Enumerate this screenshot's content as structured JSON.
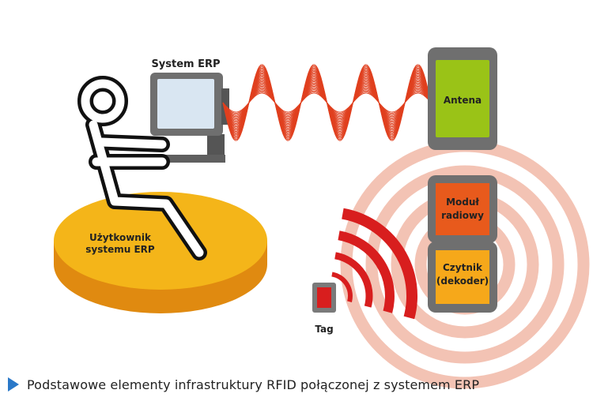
{
  "labels": {
    "system_erp": "System ERP",
    "user_line1": "Użytkownik",
    "user_line2": "systemu ERP",
    "antena": "Antena",
    "module_line1": "Moduł",
    "module_line2": "radiowy",
    "reader_line1": "Czytnik",
    "reader_line2": "(dekoder)",
    "tag": "Tag"
  },
  "caption": "Podstawowe elementy infrastruktury RFID połączonej z systemem ERP",
  "colors": {
    "wave": "#e0401f",
    "ring": "#f3c3b4",
    "signal": "#d81e1e",
    "device_frame": "#6f6f6f",
    "antenna_fill": "#9ac317",
    "module_fill": "#e85a1c",
    "reader_fill": "#f6a81a",
    "disc_top": "#f4b519",
    "disc_side": "#e08a10",
    "screen": "#d9e6f2",
    "caption_arrow": "#2a78c8"
  },
  "icons": [
    "user-figure-icon",
    "computer-icon",
    "rfid-tag-icon",
    "signal-arcs-icon",
    "caption-arrow-icon"
  ]
}
